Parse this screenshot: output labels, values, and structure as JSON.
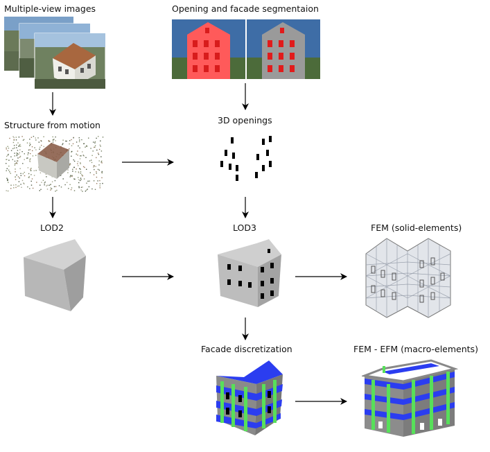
{
  "labels": {
    "multi_view": "Multiple-view images",
    "segmentation": "Opening and facade segmentaion",
    "sfm": "Structure from motion",
    "openings3d": "3D openings",
    "lod2": "LOD2",
    "lod3": "LOD3",
    "fem_solid": "FEM (solid-elements)",
    "facade_disc": "Facade discretization",
    "fem_efm": "FEM - EFM (macro-elements)"
  },
  "colors": {
    "segmentation_overlay": "#ff3b3b",
    "facade_band": "#2b3df0",
    "pier": "#57e05a",
    "wall": "#9a9a9a",
    "opening": "#000000",
    "mesh": "#c9ced8"
  }
}
